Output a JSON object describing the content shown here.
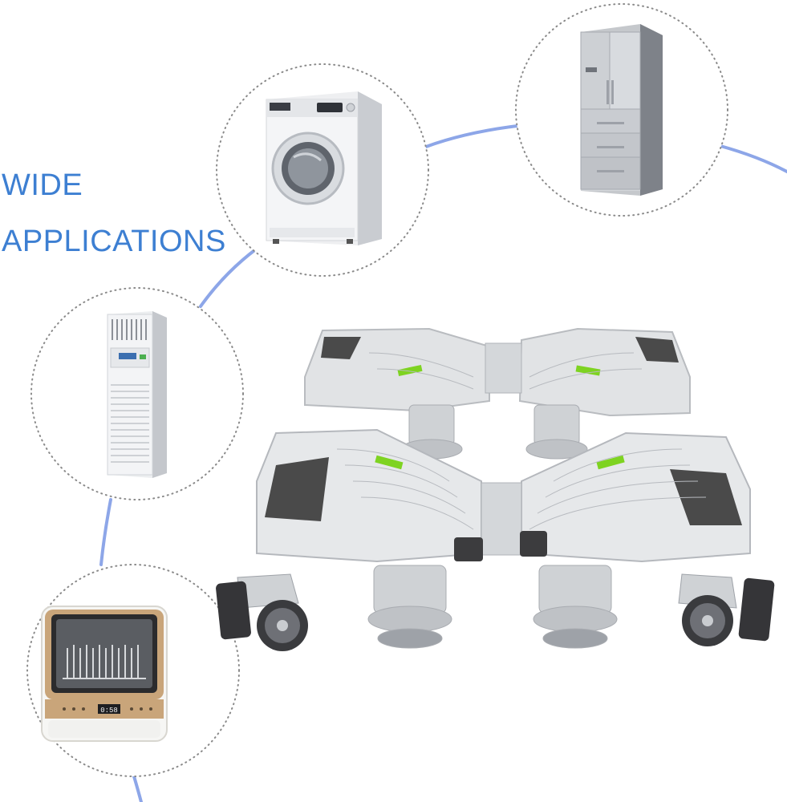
{
  "headline": {
    "line1": "WIDE",
    "line2": "APPLICATIONS"
  },
  "dishwasher": {
    "display": "0:58"
  },
  "colors": {
    "headline": "#3d7fd2",
    "connector": "#8da6e8",
    "circle_border": "#8a8a8a",
    "level_bubble": "#7ed321",
    "frame_grey": "#d9dcdf",
    "pad_dark": "#4a4a4a"
  },
  "icons": [
    "washing-machine-icon",
    "refrigerator-icon",
    "air-conditioner-icon",
    "dishwasher-icon",
    "appliance-stand-icon"
  ]
}
